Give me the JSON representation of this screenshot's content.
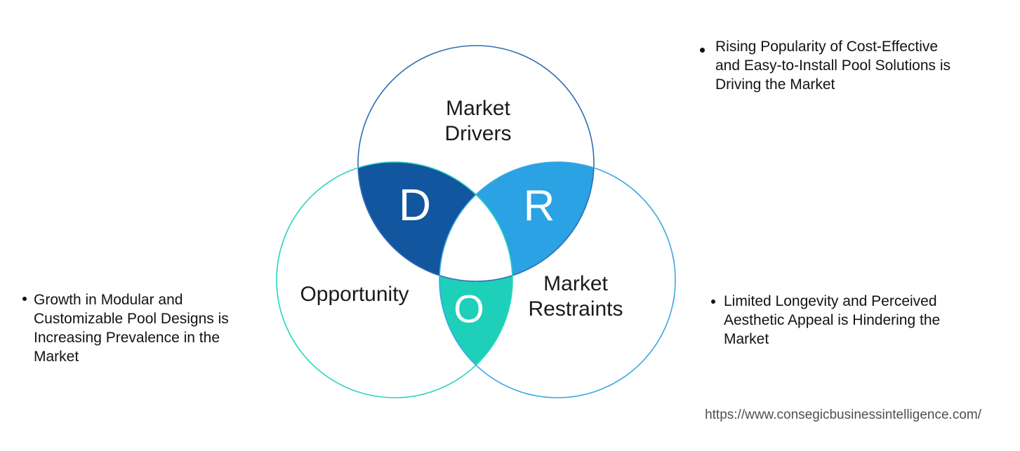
{
  "venn": {
    "circles": [
      {
        "name": "market-drivers",
        "label_lines": [
          "Market",
          "Drivers"
        ],
        "stroke": "#2f6eb5"
      },
      {
        "name": "opportunity",
        "label_lines": [
          "Opportunity"
        ],
        "stroke": "#2bd4bf"
      },
      {
        "name": "market-restraints",
        "label_lines": [
          "Market",
          "Restraints"
        ],
        "stroke": "#3aa8e1"
      }
    ],
    "intersections": [
      {
        "name": "drivers-opportunity",
        "letter": "D",
        "fill": "#11569f"
      },
      {
        "name": "drivers-restraints",
        "letter": "R",
        "fill": "#2aa2e3"
      },
      {
        "name": "opportunity-restraints",
        "letter": "O",
        "fill": "#1ed0ba"
      }
    ],
    "center_fill": "#ffffff",
    "letter_color": "#ffffff"
  },
  "bullets": {
    "top_right": {
      "lines": [
        "Rising Popularity of Cost-Effective",
        "and Easy-to-Install Pool Solutions is",
        "Driving the Market"
      ]
    },
    "left": {
      "lines": [
        "Growth in Modular and",
        "Customizable Pool Designs is",
        "Increasing Prevalence in the",
        "Market"
      ]
    },
    "bottom_right": {
      "lines": [
        "Limited Longevity and Perceived",
        "Aesthetic Appeal is Hindering the",
        "Market"
      ]
    }
  },
  "footer": {
    "url": "https://www.consegicbusinessintelligence.com/"
  }
}
